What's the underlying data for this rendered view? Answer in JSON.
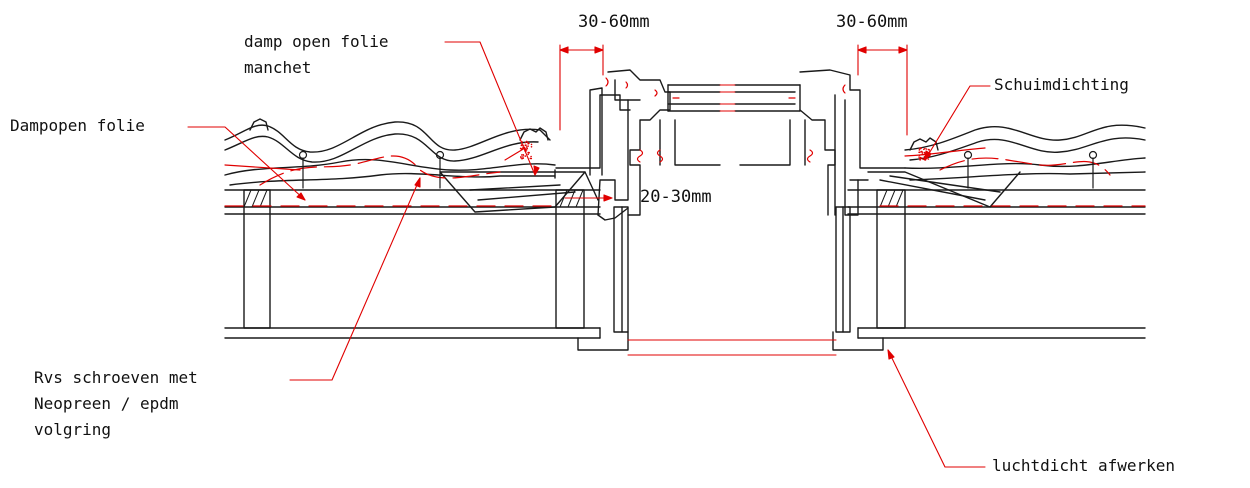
{
  "colors": {
    "line": "#1a1a1a",
    "leader": "#e00000",
    "background": "#ffffff"
  },
  "dimensions": {
    "left_gap": "30-60mm",
    "right_gap": "30-60mm",
    "frame_gap": "20-30mm"
  },
  "labels": {
    "damp_open_folie_manchet": [
      "damp open folie",
      "manchet"
    ],
    "dampopen_folie": "Dampopen folie",
    "schuimdichting": "Schuimdichting",
    "rvs_schroeven": [
      "Rvs schroeven met",
      "Neopreen / epdm",
      "volgring"
    ],
    "luchtdicht_afwerken": "luchtdicht afwerken"
  }
}
